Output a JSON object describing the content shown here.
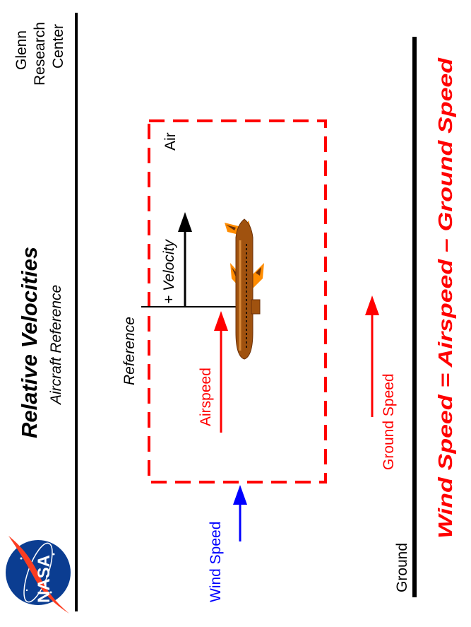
{
  "header": {
    "title": "Relative  Velocities",
    "subtitle": "Aircraft  Reference",
    "org_line1": "Glenn",
    "org_line2": "Research",
    "org_line3": "Center",
    "logo_text": "NASA"
  },
  "diagram": {
    "reference_label": "Reference",
    "air_label": "Air",
    "velocity_label": "+  Velocity",
    "airspeed_label": "Airspeed",
    "ground_speed_label": "Ground Speed",
    "wind_speed_label": "Wind  Speed",
    "ground_label": "Ground"
  },
  "equation": {
    "text": "Wind  Speed  =  Airspeed  –  Ground  Speed"
  },
  "colors": {
    "red": "#ff0000",
    "blue": "#0000ff",
    "black": "#000000",
    "aircraft_body": "#a0520f",
    "aircraft_wing": "#ff8c00",
    "nasa_blue": "#0b3d91"
  }
}
